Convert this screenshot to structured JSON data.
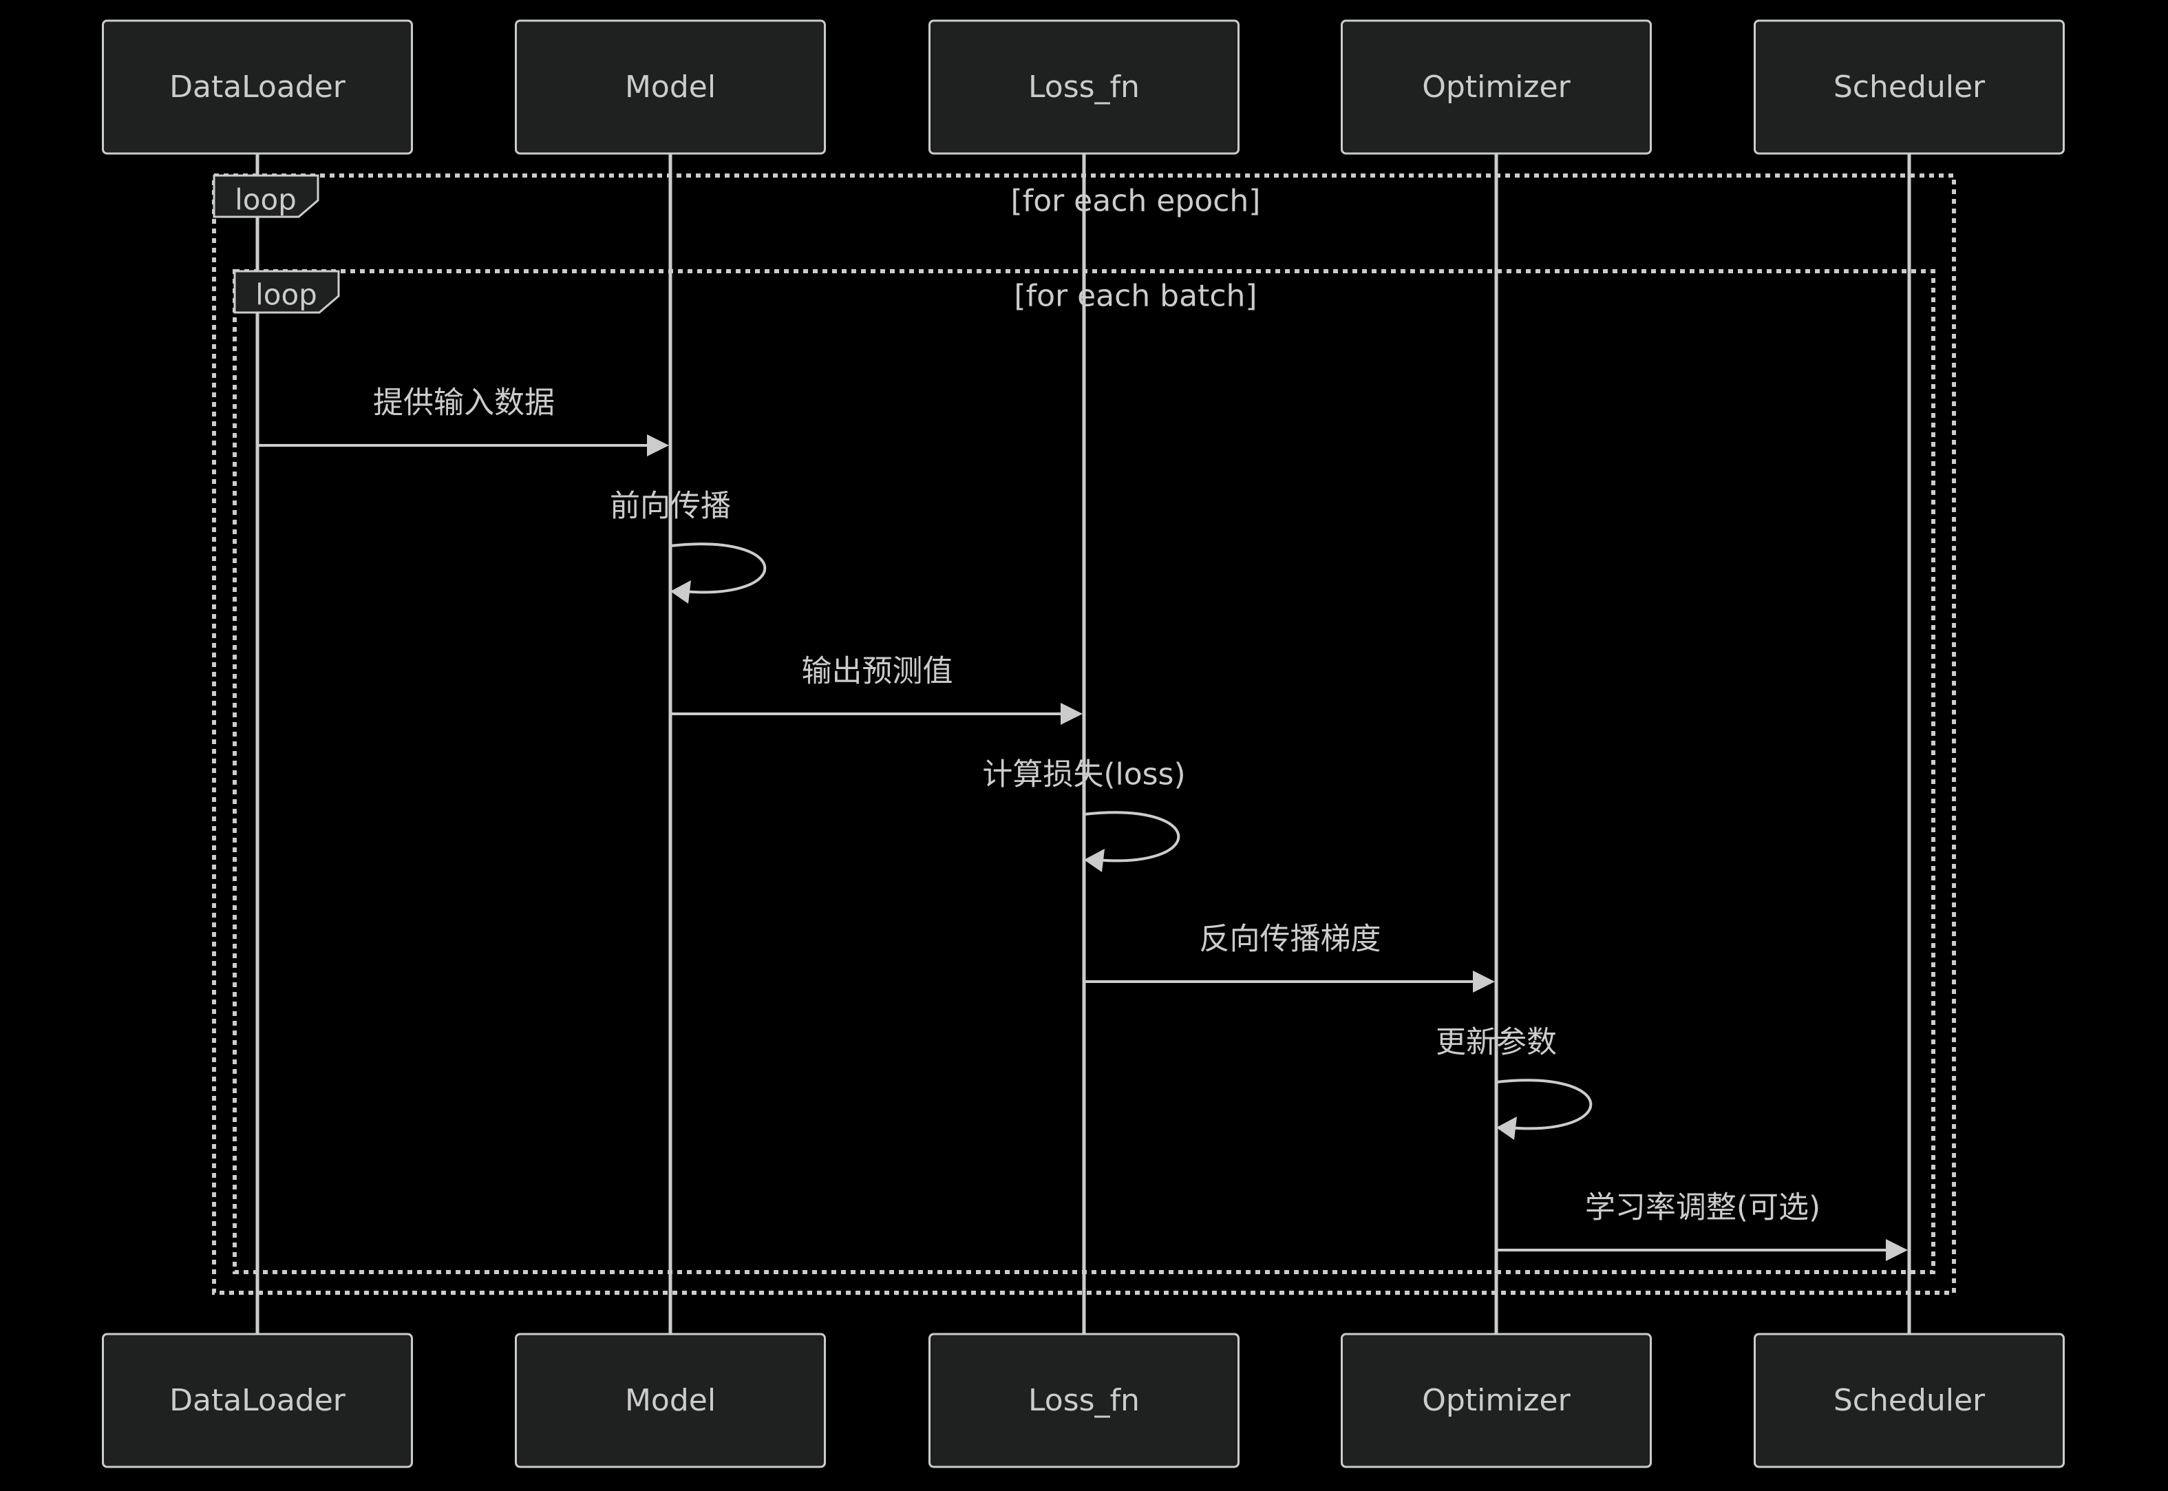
{
  "diagram": {
    "type": "sequence",
    "theme": {
      "background": "#000000",
      "actor_fill": "#1f2020",
      "stroke": "#cccccc",
      "text": "#cccccc"
    },
    "actors": [
      {
        "id": "dataloader",
        "label": "DataLoader"
      },
      {
        "id": "model",
        "label": "Model"
      },
      {
        "id": "loss_fn",
        "label": "Loss_fn"
      },
      {
        "id": "optimizer",
        "label": "Optimizer"
      },
      {
        "id": "scheduler",
        "label": "Scheduler"
      }
    ],
    "loops": [
      {
        "id": "epoch",
        "tag": "loop",
        "condition": "[for each epoch]"
      },
      {
        "id": "batch",
        "tag": "loop",
        "condition": "[for each batch]"
      }
    ],
    "messages": [
      {
        "from": "dataloader",
        "to": "model",
        "label": "提供输入数据"
      },
      {
        "from": "model",
        "to": "model",
        "label": "前向传播"
      },
      {
        "from": "model",
        "to": "loss_fn",
        "label": "输出预测值"
      },
      {
        "from": "loss_fn",
        "to": "loss_fn",
        "label": "计算损失(loss)"
      },
      {
        "from": "loss_fn",
        "to": "optimizer",
        "label": "反向传播梯度"
      },
      {
        "from": "optimizer",
        "to": "optimizer",
        "label": "更新参数"
      },
      {
        "from": "optimizer",
        "to": "scheduler",
        "label": "学习率调整(可选)"
      }
    ]
  }
}
